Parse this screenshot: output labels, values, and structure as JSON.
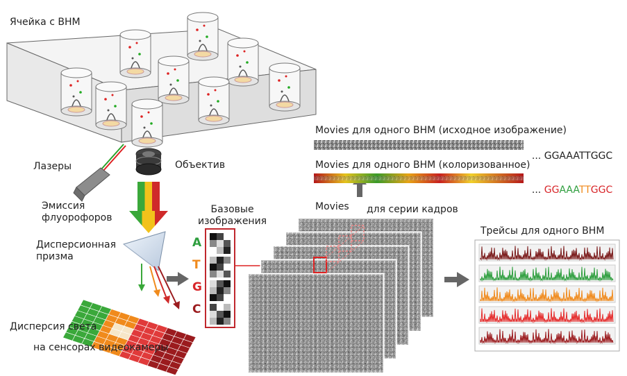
{
  "labels": {
    "cell_title": "Ячейка с ВНМ",
    "lasers": "Лазеры",
    "objective": "Объектив",
    "emission": "Эмиссия\nфлуорофоров",
    "prism": "Дисперсионная\nпризма",
    "dispersion": "Дисперсия света",
    "sensors": "на сенсорах видеокамеры",
    "base_images": "Базовые\nизображения",
    "movies_series_prefix": "Movies",
    "movies_series_suffix": "для серии кадров",
    "movies_raw": "Movies для одного ВНМ (исходное изображение)",
    "movies_color": "Movies для одного ВНМ (колоризованное)",
    "traces": "Трейсы для одного ВНМ"
  },
  "bases": [
    {
      "letter": "A",
      "color": "#2e9e3e"
    },
    {
      "letter": "T",
      "color": "#f08a1c"
    },
    {
      "letter": "G",
      "color": "#d8262a"
    },
    {
      "letter": "C",
      "color": "#9b1b1e"
    }
  ],
  "sequence_raw": {
    "prefix": "... ",
    "text": "GGAAATTGGC"
  },
  "sequence_color": {
    "prefix": "... ",
    "letters": [
      {
        "ch": "G",
        "color": "#d8262a"
      },
      {
        "ch": "G",
        "color": "#d8262a"
      },
      {
        "ch": "A",
        "color": "#2e9e3e"
      },
      {
        "ch": "A",
        "color": "#2e9e3e"
      },
      {
        "ch": "A",
        "color": "#2e9e3e"
      },
      {
        "ch": "T",
        "color": "#f08a1c"
      },
      {
        "ch": "T",
        "color": "#f08a1c"
      },
      {
        "ch": "G",
        "color": "#d8262a"
      },
      {
        "ch": "G",
        "color": "#d8262a"
      },
      {
        "ch": "C",
        "color": "#d8262a"
      }
    ]
  },
  "trace_colors": [
    "#7a1a1a",
    "#2e9e3e",
    "#f08a1c",
    "#e52b2b",
    "#9b1b1e"
  ]
}
